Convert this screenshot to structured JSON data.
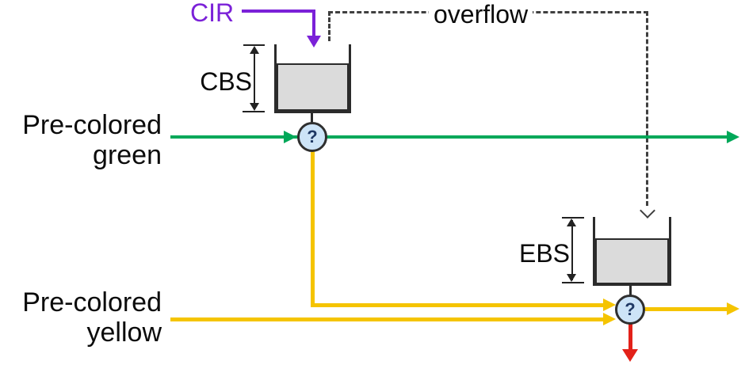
{
  "colors": {
    "purple": "#7B21D8",
    "green": "#00A859",
    "yellow": "#F5C400",
    "red": "#E32119",
    "valve-fill": "#CDE4F7",
    "valve-border": "#2F2F2F",
    "valve-symbol": "#1F3864",
    "buffer-fill": "#DBDBDB",
    "buffer-border": "#2B2B2B",
    "dash": "#3F3F3F",
    "dim": "#222222",
    "text": "#0B0B0B"
  },
  "labels": {
    "cir": "CIR",
    "overflow": "overflow"
  },
  "buffers": [
    {
      "id": "cbs",
      "label": "CBS"
    },
    {
      "id": "ebs",
      "label": "EBS"
    }
  ],
  "inputs": [
    {
      "line1": "Pre-colored",
      "line2": "green",
      "color": "#00A859"
    },
    {
      "line1": "Pre-colored",
      "line2": "yellow",
      "color": "#F5C400"
    }
  ],
  "valves": [
    {
      "symbol": "?"
    },
    {
      "symbol": "?"
    }
  ]
}
